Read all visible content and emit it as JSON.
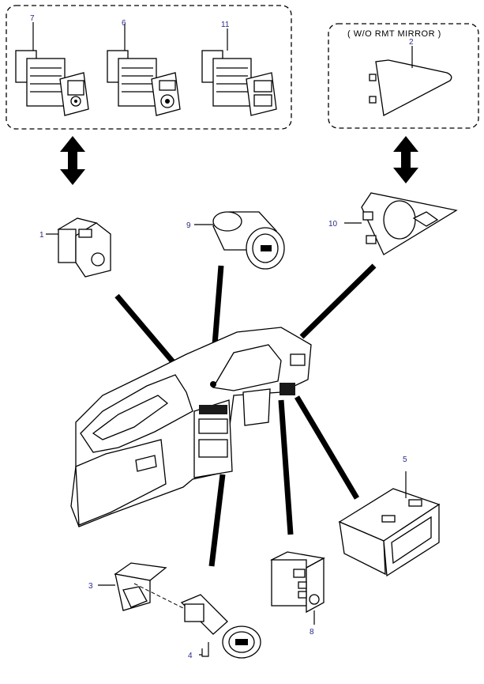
{
  "inset_caption": "( W/O RMT MIRROR )",
  "callouts": {
    "c1": "1",
    "c2": "2",
    "c3": "3",
    "c4": "4",
    "c5": "5",
    "c6": "6",
    "c7": "7",
    "c8": "8",
    "c9": "9",
    "c10": "10",
    "c11": "11"
  },
  "colors": {
    "callout_text": "#2a2a8a",
    "line_art": "#000000",
    "background": "#ffffff"
  }
}
